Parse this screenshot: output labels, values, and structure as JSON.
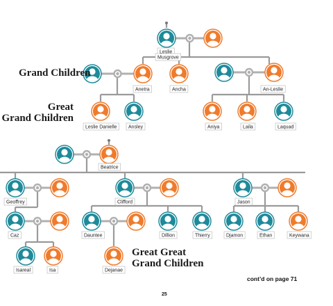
{
  "section_labels": {
    "grand_children": "Grand Children",
    "great_grand_line1": "Great",
    "great_grand_line2": "Grand Children",
    "great_great_line1": "Great Great",
    "great_great_line2": "Grand Children"
  },
  "footer": {
    "continued": "cont’d on page 71",
    "page_number": "25"
  },
  "colors": {
    "male": "#1e8a9a",
    "female": "#ef7b2c",
    "line": "#9a9a9a",
    "marriage": "#b0b0b0"
  },
  "names": {
    "leslie_musgrove_1": "Leslie",
    "leslie_musgrove_2": "Musgrove",
    "anetra": "Anetra",
    "ancha": "Ancha",
    "an_leslie": "An-Leslie",
    "leslie_danielle": "Leslie Danielle",
    "ansley": "Ansley",
    "aniya": "Aniya",
    "laila": "Laila",
    "laquad": "Laquad",
    "beatrice": "Beatrice",
    "geoffrey": "Geoffrey",
    "clifford": "Clifford",
    "jason": "Jason",
    "caz": "Caz",
    "dauntee": "Dauntee",
    "dillion": "Dillion",
    "thierry": "Thierry",
    "djamon": "Djamon",
    "ethan": "Ethan",
    "keywana": "Keywana",
    "isareal": "Isareal",
    "isa": "Isa",
    "dejanae": "Dejanae"
  }
}
